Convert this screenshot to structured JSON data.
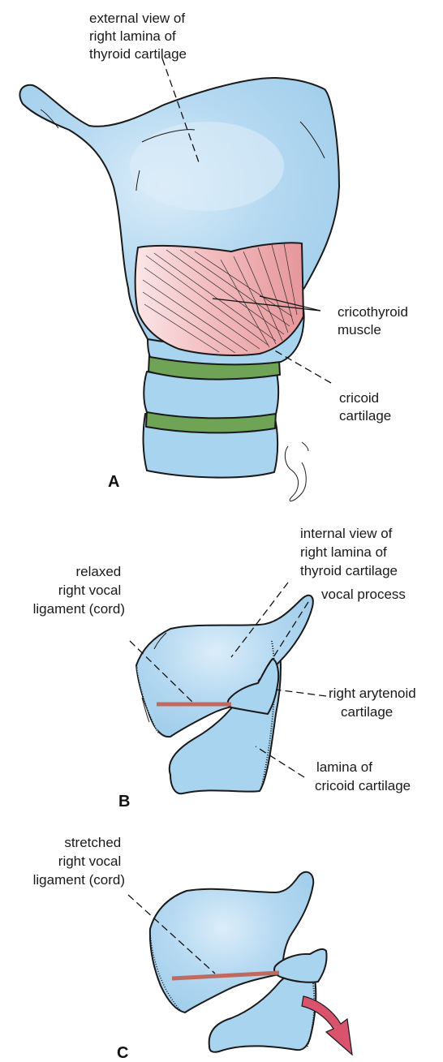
{
  "colors": {
    "cartilage": "#a9d4ef",
    "cartilage_highlight": "#d8ecf9",
    "muscle": "#eba2a5",
    "muscle_light": "#f6d2d4",
    "ring_band": "#6fa456",
    "ligament": "#c0695f",
    "arrow": "#d9536d",
    "outline": "#1a1a1a"
  },
  "panel_a": {
    "letter": "A",
    "labels": {
      "thyroid_external": [
        "external view of",
        "right lamina of",
        "thyroid cartilage"
      ],
      "cricothyroid": [
        "cricothyroid",
        "muscle"
      ],
      "cricoid": [
        "cricoid",
        "cartilage"
      ]
    }
  },
  "panel_b": {
    "letter": "B",
    "labels": {
      "thyroid_internal": [
        "internal view of",
        "right lamina of",
        "thyroid cartilage"
      ],
      "relaxed_ligament": [
        "relaxed",
        "right vocal",
        "ligament (cord)"
      ],
      "vocal_process": [
        "vocal process"
      ],
      "arytenoid": [
        "right arytenoid",
        "cartilage"
      ],
      "cricoid_lamina": [
        "lamina of",
        "cricoid cartilage"
      ]
    }
  },
  "panel_c": {
    "letter": "C",
    "labels": {
      "stretched_ligament": [
        "stretched",
        "right vocal",
        "ligament (cord)"
      ]
    }
  }
}
